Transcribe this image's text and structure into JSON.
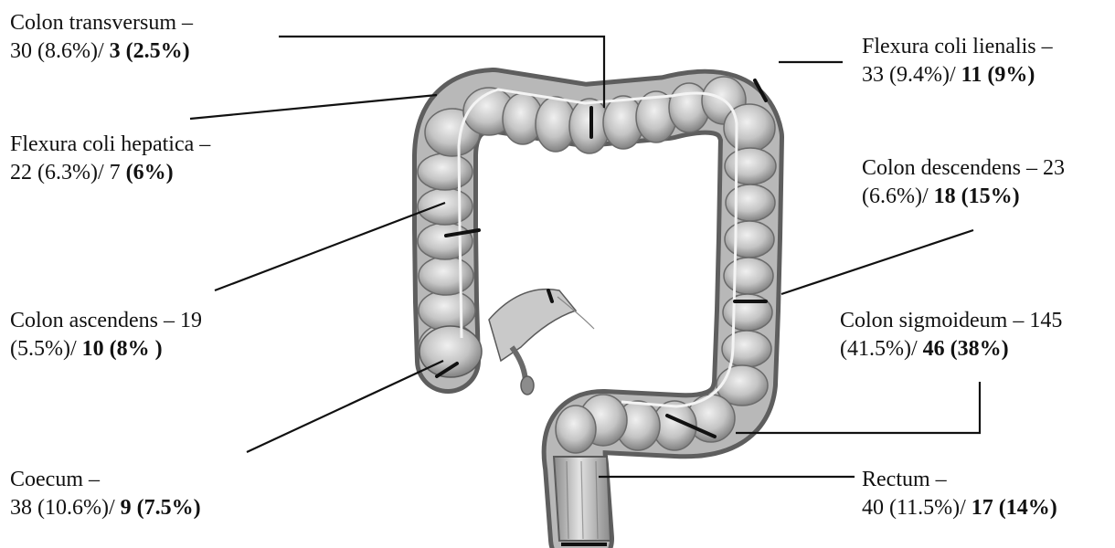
{
  "labels": {
    "colon_transversum": {
      "name": "Colon transversum –",
      "count": "30 (8.6%)/ ",
      "bold": "3 (2.5%)"
    },
    "flexura_hepatica": {
      "name": "Flexura coli hepatica –",
      "count": "22 (6.3%)/ 7 ",
      "bold": "(6%)"
    },
    "colon_ascendens": {
      "name": "Colon ascendens – 19",
      "count": "(5.5%)/ ",
      "bold": "10 (8% )"
    },
    "coecum": {
      "name": "Coecum –",
      "count": "38 (10.6%)/ ",
      "bold": "9 (7.5%)"
    },
    "flexura_lienalis": {
      "name": "Flexura coli lienalis –",
      "count": "33 (9.4%)/ ",
      "bold": "11 (9%)"
    },
    "colon_descendens": {
      "name": "Colon descendens – 23",
      "count": "(6.6%)/ ",
      "bold": "18 (15%)"
    },
    "colon_sigmoideum": {
      "name": "Colon sigmoideum – 145",
      "count": "(41.5%)/ ",
      "bold": "46 (38%)"
    },
    "rectum": {
      "name": "Rectum –",
      "count": "40 (11.5%)/ ",
      "bold": "17 (14%)"
    }
  },
  "colors": {
    "ink": "#111111",
    "tissue_light": "#d9d9d9",
    "tissue_mid": "#a8a8a8",
    "tissue_dark": "#6e6e6e",
    "band": "#f2f2f2"
  }
}
